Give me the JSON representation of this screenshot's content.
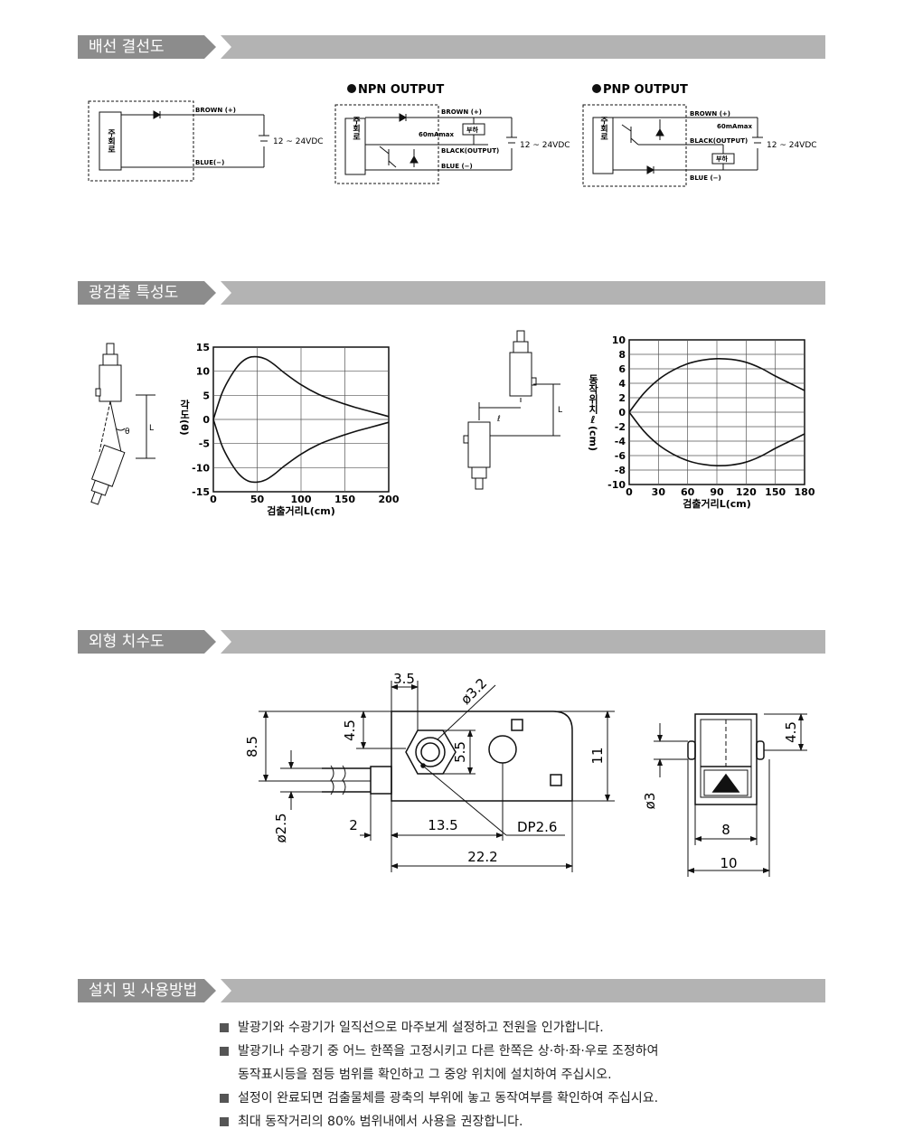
{
  "sections": {
    "wiring": "배선 결선도",
    "optical": "광검출 특성도",
    "dimensions": "외형 치수도",
    "install": "설치 및 사용방법"
  },
  "wiring": {
    "circuit_label": "주회로",
    "npn_title": "NPN OUTPUT",
    "pnp_title": "PNP OUTPUT",
    "brown": "BROWN (+)",
    "blue": "BLUE(−)",
    "blue_npn": "BLUE (−)",
    "blue_pnp": "BLUE (−)",
    "black_output": "BLACK(OUTPUT)",
    "max_current": "60mAmax",
    "load": "부하",
    "voltage": "12 ~ 24VDC"
  },
  "optical": {
    "angle_label": "θ",
    "distance_label": "L",
    "offset_label": "ℓ",
    "chart_data": [
      {
        "type": "line",
        "title": "",
        "ylabel": "각도(θ)",
        "xlabel": "검출거리L(cm)",
        "xlim": [
          0,
          200
        ],
        "ylim": [
          -15,
          15
        ],
        "xticks": [
          0,
          50,
          100,
          150,
          200
        ],
        "yticks": [
          -15,
          -10,
          -5,
          0,
          5,
          10,
          15
        ],
        "grid": true,
        "series": [
          {
            "x": [
              0,
              10,
              20,
              30,
              40,
              50,
              60,
              70,
              80,
              100,
              120,
              140,
              160,
              180,
              200
            ],
            "y": [
              0,
              5.5,
              9,
              11.5,
              12.8,
              13,
              12.5,
              11.3,
              9.8,
              7.2,
              5.2,
              3.8,
              2.6,
              1.6,
              0.6
            ]
          },
          {
            "x": [
              0,
              10,
              20,
              30,
              40,
              50,
              60,
              70,
              80,
              100,
              120,
              140,
              160,
              180,
              200
            ],
            "y": [
              0,
              -5.5,
              -9,
              -11.5,
              -12.8,
              -13,
              -12.5,
              -11.3,
              -9.8,
              -7.2,
              -5.2,
              -3.8,
              -2.6,
              -1.6,
              -0.6
            ]
          }
        ]
      },
      {
        "type": "line",
        "title": "",
        "ylabel": "동작위치ℓ(cm)",
        "xlabel": "검출거리L(cm)",
        "xlim": [
          0,
          180
        ],
        "ylim": [
          -10,
          10
        ],
        "xticks": [
          0,
          30,
          60,
          90,
          120,
          150,
          180
        ],
        "yticks": [
          -10,
          -8,
          -6,
          -4,
          -2,
          0,
          2,
          4,
          6,
          8,
          10
        ],
        "grid": true,
        "series": [
          {
            "x": [
              0,
              15,
              30,
              45,
              60,
              75,
              90,
              105,
              120,
              135,
              150,
              165,
              180
            ],
            "y": [
              0,
              2.6,
              4.5,
              5.8,
              6.7,
              7.2,
              7.4,
              7.3,
              6.9,
              6.1,
              5.0,
              4.0,
              3.0
            ]
          },
          {
            "x": [
              0,
              15,
              30,
              45,
              60,
              75,
              90,
              105,
              120,
              135,
              150,
              165,
              180
            ],
            "y": [
              0,
              -2.6,
              -4.5,
              -5.8,
              -6.7,
              -7.2,
              -7.4,
              -7.3,
              -6.9,
              -6.1,
              -5.0,
              -4.0,
              -3.0
            ]
          }
        ]
      }
    ]
  },
  "dimensions": {
    "d_3_5": "3.5",
    "d_phi_3_2": "ø3.2",
    "d_4_5": "4.5",
    "d_8_5": "8.5",
    "d_5_5": "5.5",
    "d_11": "11",
    "d_phi_2_5": "ø2.5",
    "d_2": "2",
    "d_13_5": "13.5",
    "d_dp": "DP2.6",
    "d_22_2": "22.2",
    "d_4_5_side": "4.5",
    "d_phi_3": "ø3",
    "d_8": "8",
    "d_10": "10"
  },
  "install": {
    "items": [
      {
        "text": "발광기와 수광기가 일직선으로 마주보게 설정하고 전원을 인가합니다.",
        "cont": ""
      },
      {
        "text": "발광기나 수광기 중 어느 한쪽을 고정시키고 다른 한쪽은 상·하·좌·우로 조정하여",
        "cont": "동작표시등을 점등 범위를 확인하고 그 중앙 위치에 설치하여 주십시오."
      },
      {
        "text": "설정이 완료되면 검출물체를 광축의 부위에 놓고 동작여부를 확인하여 주십시요.",
        "cont": ""
      },
      {
        "text": "최대 동작거리의 80% 범위내에서 사용을 권장합니다.",
        "cont": ""
      }
    ]
  },
  "colors": {
    "bar": "#a8a8a8",
    "bar_dark": "#7a7a7a",
    "line": "#111111"
  }
}
